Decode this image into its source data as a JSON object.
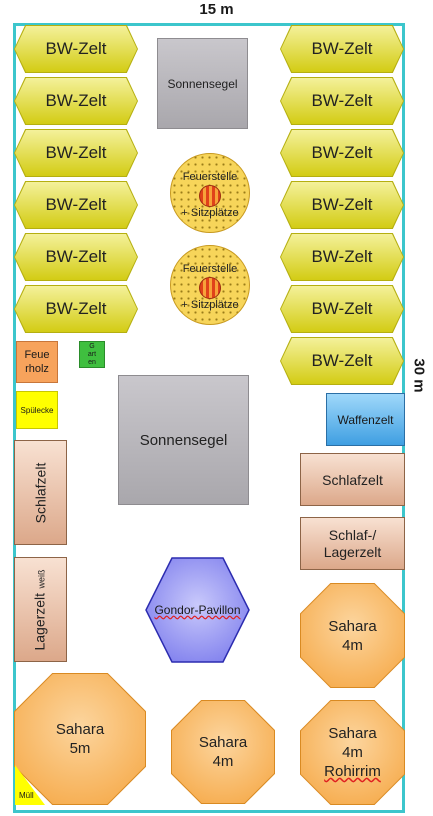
{
  "dimensions": {
    "width_label": "15 m",
    "length_label": "30 m"
  },
  "tents_left": [
    "BW-Zelt",
    "BW-Zelt",
    "BW-Zelt",
    "BW-Zelt",
    "BW-Zelt",
    "BW-Zelt"
  ],
  "tents_right": [
    "BW-Zelt",
    "BW-Zelt",
    "BW-Zelt",
    "BW-Zelt",
    "BW-Zelt",
    "BW-Zelt",
    "BW-Zelt"
  ],
  "sonnensegel_small": "Sonnensegel",
  "sonnensegel_large": "Sonnensegel",
  "fire_pits": [
    {
      "line1": "Feuerstelle",
      "line2": "+ Sitzplätze"
    },
    {
      "line1": "Feuerstelle",
      "line2": "+ Sitzplätze"
    }
  ],
  "brennholz": {
    "line1": "Feue",
    "line2": "rholz"
  },
  "garten": {
    "line1": "G",
    "line2": "art",
    "line3": "en"
  },
  "spuelecke": "Spülecke",
  "schlafzelt_left": "Schlafzelt",
  "lagerzelt_left": {
    "main": "Lagerzelt",
    "sub": "weiß"
  },
  "waffenzelt": "Waffenzelt",
  "schlafzelt_right": "Schlafzelt",
  "schlaf_lagerzelt": {
    "line1": "Schlaf-/",
    "line2": "Lagerzelt"
  },
  "pavillon": "Gondor-Pavillon",
  "sahara_right_top": {
    "line1": "Sahara",
    "line2": "4m"
  },
  "sahara_big": {
    "line1": "Sahara",
    "line2": "5m"
  },
  "sahara_middle": {
    "line1": "Sahara",
    "line2": "4m"
  },
  "sahara_rohirrim": {
    "line1": "Sahara",
    "line2": "4m",
    "line3": "Rohirrim"
  },
  "muell": "Müll",
  "colors": {
    "field_border": "#3cc6cc",
    "bw_tent": "#e6e25a",
    "sahara": "#f7b255",
    "pavillon": "#8e8ef0",
    "waffenzelt": "#4aa6e8",
    "garten": "#3fbf3f",
    "spuelecke": "#ffff00",
    "brennholz": "#f7a35c"
  }
}
